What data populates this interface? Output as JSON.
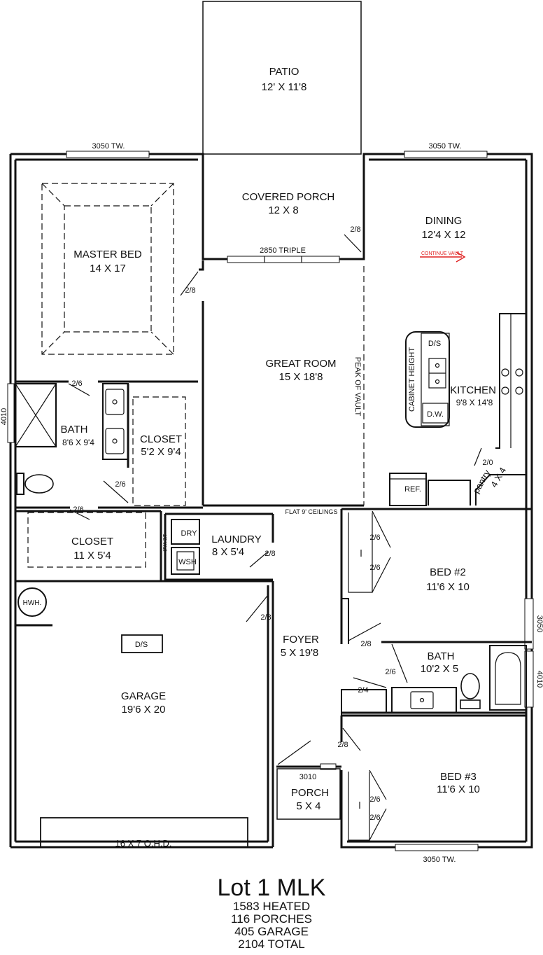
{
  "rooms": {
    "patio": {
      "name": "PATIO",
      "size": "12' X 11'8"
    },
    "covered_porch": {
      "name": "COVERED PORCH",
      "size": "12 X 8"
    },
    "dining": {
      "name": "DINING",
      "size": "12'4 X 12"
    },
    "master_bed": {
      "name": "MASTER BED",
      "size": "14 X 17"
    },
    "great_room": {
      "name": "GREAT ROOM",
      "size": "15 X 18'8"
    },
    "kitchen": {
      "name": "KITCHEN",
      "size": "9'8 X 14'8"
    },
    "bath_master": {
      "name": "BATH",
      "size": "8'6 X 9'4"
    },
    "closet_master": {
      "name": "CLOSET",
      "size": "5'2 X 9'4"
    },
    "closet_hall": {
      "name": "CLOSET",
      "size": "11 X 5'4"
    },
    "laundry": {
      "name": "LAUNDRY",
      "size": "8 X 5'4"
    },
    "bed2": {
      "name": "BED #2",
      "size": "11'6 X 10"
    },
    "foyer": {
      "name": "FOYER",
      "size": "5 X 19'8"
    },
    "bath2": {
      "name": "BATH",
      "size": "10'2 X 5"
    },
    "garage": {
      "name": "GARAGE",
      "size": "19'6 X 20"
    },
    "bed3": {
      "name": "BED #3",
      "size": "11'6 X 10"
    },
    "porch": {
      "name": "PORCH",
      "size": "5 X 4"
    },
    "pantry": {
      "name": "pantry",
      "size": "4 X 4"
    }
  },
  "notes": {
    "win_master": "3050 TW.",
    "win_dining": "3050 TW.",
    "win_triple": "2850 TRIPLE",
    "win_bath_side": "4010",
    "win_bed2_side": "3050",
    "win_bath2_side": "4010",
    "win_bed3": "3050 TW.",
    "win_porch": "3010",
    "ohd": "16 X 7 O.H.D.",
    "peak": "PEAK OF VAULT",
    "flat": "FLAT 9' CEILINGS",
    "cabinet": "CABINET HEIGHT",
    "continue_vault": "CONTINUE VAULT",
    "half_wall": "1/2 Wall",
    "ds_island": "D/S",
    "dw": "D.W.",
    "ref": "REF.",
    "dry": "DRY",
    "wsh": "WSH",
    "hwh": "HWH.",
    "ds_garage": "D/S",
    "d_28_porch": "2/8",
    "d_28_master": "2/8",
    "d_26_bath": "2/6",
    "d_26_closet": "2/6",
    "d_26_hall": "2/6",
    "d_28_laundry": "2/8",
    "d_28_garage": "2/8",
    "d_20_pantry": "2/0",
    "d_26_bed2a": "2/6",
    "d_26_bed2b": "2/6",
    "d_28_bed2": "2/8",
    "d_26_bath2": "2/6",
    "d_24_linen": "2/4",
    "d_28_bed3": "2/8",
    "d_26_bed3a": "2/6",
    "d_26_bed3b": "2/6"
  },
  "footer": {
    "title": "Lot 1 MLK",
    "heated": "1583 HEATED",
    "porches": "116 PORCHES",
    "garage": "405 GARAGE",
    "total": "2104 TOTAL"
  },
  "colors": {
    "vault_arrow": "#e02020",
    "lines": "#111111"
  }
}
